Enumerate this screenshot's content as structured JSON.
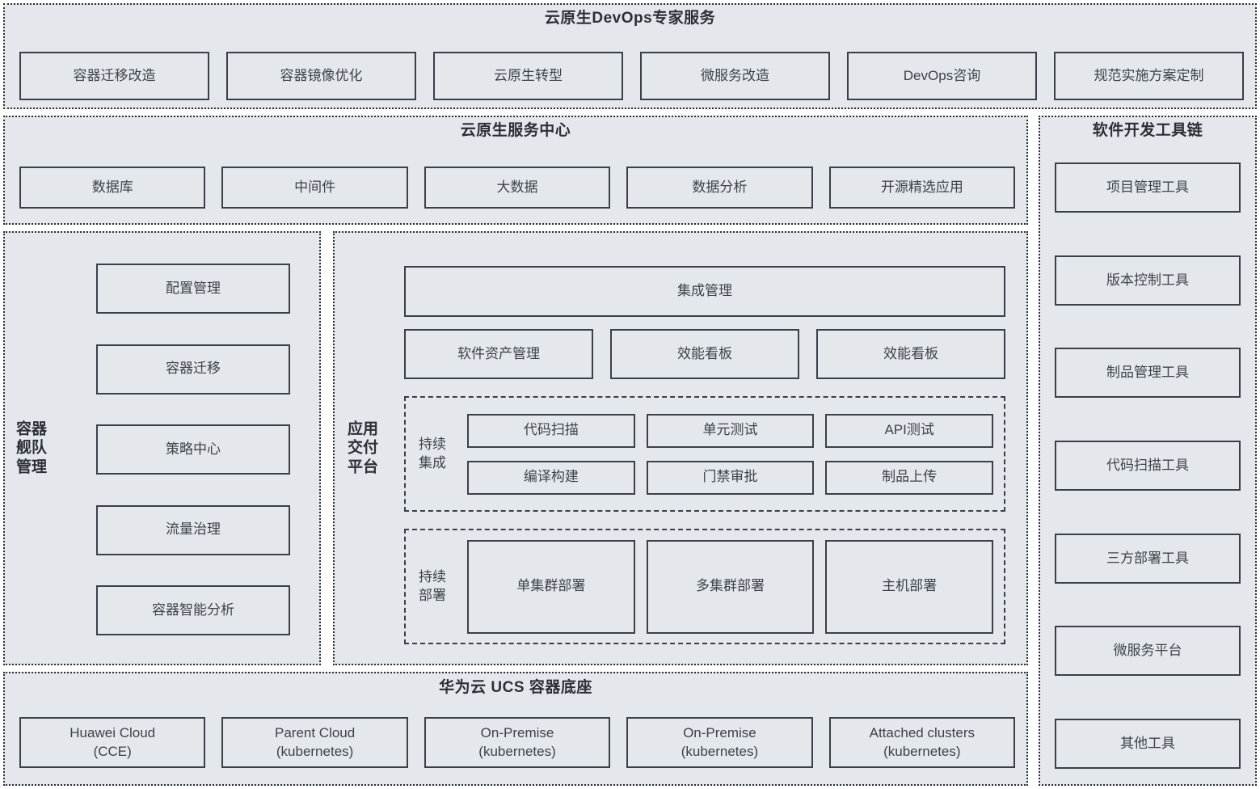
{
  "colors": {
    "panel_background": "#e4e8ec",
    "box_border": "#3a4049",
    "panel_border": "#2b2f36",
    "text": "#3b424a"
  },
  "expert_services": {
    "title": "云原生DevOps专家服务",
    "items": [
      "容器迁移改造",
      "容器镜像优化",
      "云原生转型",
      "微服务改造",
      "DevOps咨询",
      "规范实施方案定制"
    ]
  },
  "service_center": {
    "title": "云原生服务中心",
    "items": [
      "数据库",
      "中间件",
      "大数据",
      "数据分析",
      "开源精选应用"
    ]
  },
  "toolchain": {
    "title": "软件开发工具链",
    "items": [
      "项目管理工具",
      "版本控制工具",
      "制品管理工具",
      "代码扫描工具",
      "三方部署工具",
      "微服务平台",
      "其他工具"
    ]
  },
  "fleet_management": {
    "label": "容器\n舰队\n管理",
    "items": [
      "配置管理",
      "容器迁移",
      "策略中心",
      "流量治理",
      "容器智能分析"
    ]
  },
  "delivery_platform": {
    "label": "应用\n交付\n平台",
    "integration_management": "集成管理",
    "management_items": [
      "软件资产管理",
      "效能看板",
      "效能看板"
    ],
    "continuous_integration": {
      "label": "持续\n集成",
      "items": [
        "代码扫描",
        "单元测试",
        "API测试",
        "编译构建",
        "门禁审批",
        "制品上传"
      ]
    },
    "continuous_deployment": {
      "label": "持续\n部署",
      "items": [
        "单集群部署",
        "多集群部署",
        "主机部署"
      ]
    }
  },
  "ucs_base": {
    "title": "华为云 UCS 容器底座",
    "items": [
      "Huawei Cloud\n(CCE)",
      "Parent Cloud\n(kubernetes)",
      "On-Premise\n(kubernetes)",
      "On-Premise\n(kubernetes)",
      "Attached clusters\n(kubernetes)"
    ]
  }
}
